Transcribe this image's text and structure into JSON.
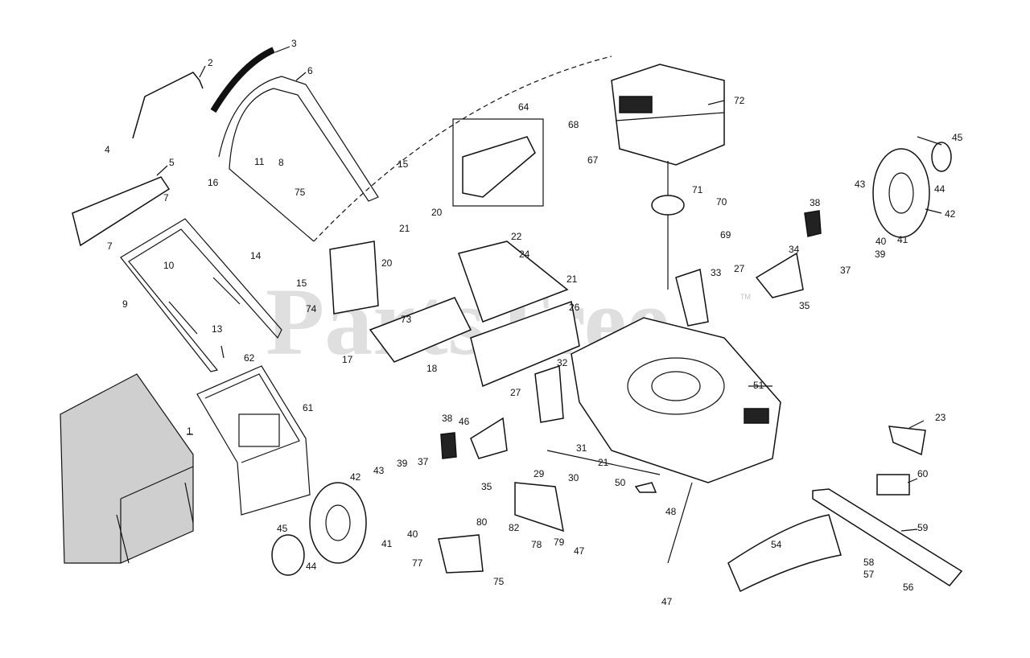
{
  "watermark": "PartsTree",
  "trademark": "TM",
  "callouts": [
    "1",
    "2",
    "3",
    "4",
    "5",
    "6",
    "7",
    "7",
    "8",
    "9",
    "10",
    "11",
    "13",
    "14",
    "15",
    "15",
    "16",
    "17",
    "18",
    "20",
    "20",
    "21",
    "21",
    "21",
    "22",
    "23",
    "24",
    "26",
    "27",
    "27",
    "29",
    "30",
    "31",
    "32",
    "33",
    "34",
    "35",
    "35",
    "37",
    "37",
    "38",
    "38",
    "39",
    "39",
    "40",
    "40",
    "41",
    "41",
    "42",
    "42",
    "43",
    "43",
    "44",
    "44",
    "45",
    "45",
    "46",
    "47",
    "47",
    "48",
    "50",
    "51",
    "54",
    "56",
    "57",
    "58",
    "59",
    "60",
    "61",
    "62",
    "64",
    "67",
    "68",
    "69",
    "70",
    "71",
    "72",
    "73",
    "74",
    "75",
    "75",
    "77",
    "78",
    "79",
    "80",
    "82"
  ]
}
